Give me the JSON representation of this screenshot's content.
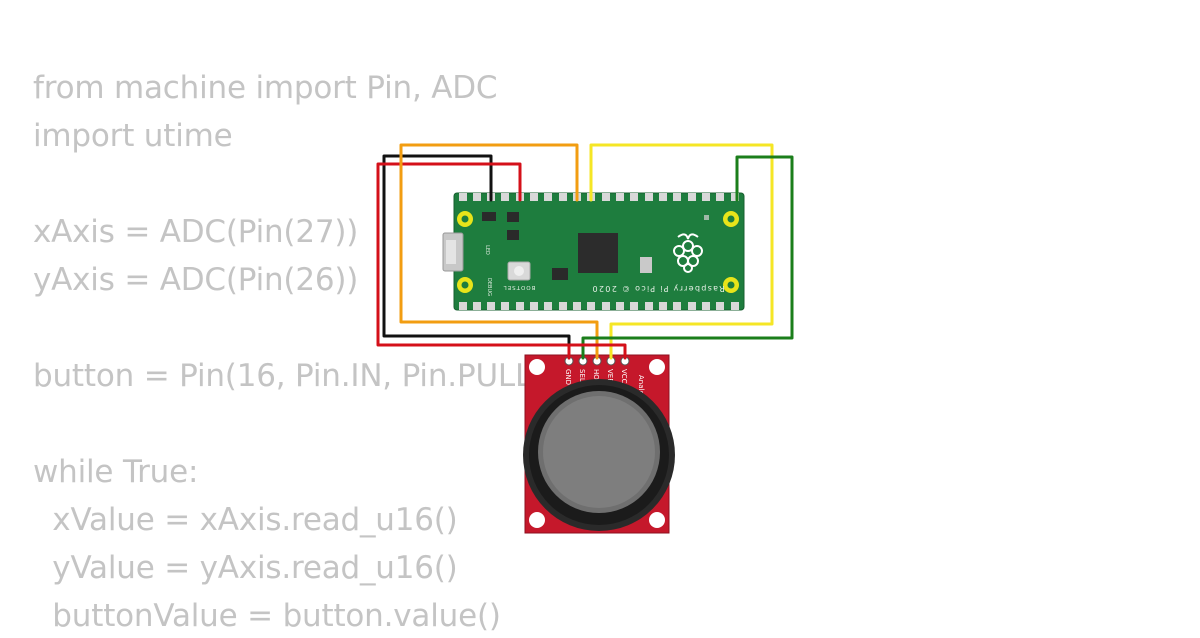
{
  "code": {
    "lines": [
      "from machine import Pin, ADC",
      "import utime",
      "",
      "xAxis = ADC(Pin(27))",
      "yAxis = ADC(Pin(26))",
      "",
      "button = Pin(16, Pin.IN, Pin.PULL_UP)",
      "",
      "while True:",
      "  xValue = xAxis.read_u16()",
      "  yValue = yAxis.read_u16()",
      "  buttonValue = button.value()"
    ]
  },
  "pico": {
    "board_text": "Raspberry Pi Pico © 2020",
    "bootsel_label": "BOOTSEL",
    "led_label": "LED",
    "debug_label": "DEBUG",
    "board_color": "#1e7d3e"
  },
  "joystick": {
    "title": "Analog Joystick",
    "pins": [
      "GND",
      "SEL",
      "HORZ",
      "VERT",
      "VCC"
    ],
    "board_color": "#c5182b"
  },
  "wires": {
    "colors": {
      "black": "#111111",
      "red": "#d4101a",
      "orange": "#f29d11",
      "yellow": "#f5e625",
      "green": "#1b7e1b"
    }
  }
}
